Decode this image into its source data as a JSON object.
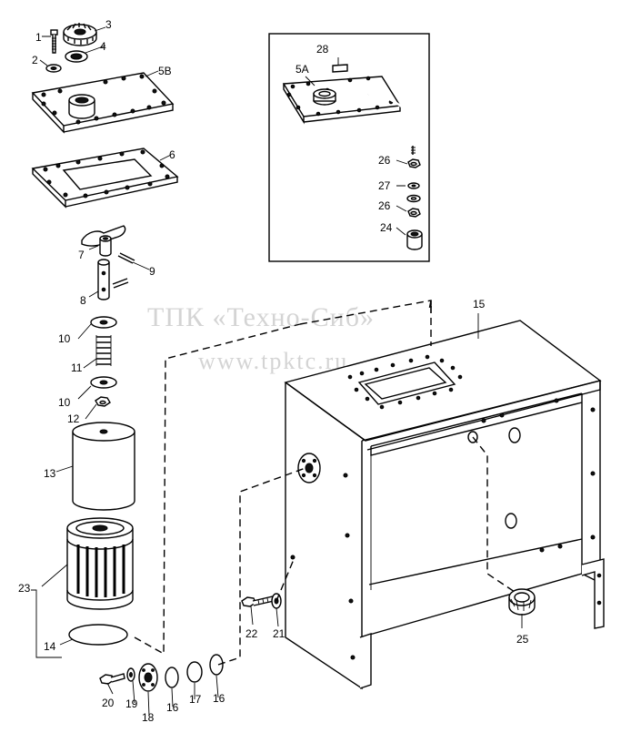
{
  "watermark": {
    "line1": "ТПК «Техно-Сиб»",
    "line2": "www.tpktc.ru"
  },
  "callouts": {
    "c1": "1",
    "c2": "2",
    "c3": "3",
    "c4": "4",
    "c5b": "5B",
    "c5a": "5A",
    "c6": "6",
    "c7": "7",
    "c8": "8",
    "c9": "9",
    "c10a": "10",
    "c10b": "10",
    "c11": "11",
    "c12": "12",
    "c13": "13",
    "c14": "14",
    "c15": "15",
    "c16a": "16",
    "c16b": "16",
    "c17": "17",
    "c18": "18",
    "c19": "19",
    "c20": "20",
    "c21": "21",
    "c22": "22",
    "c23": "23",
    "c24": "24",
    "c25": "25",
    "c26a": "26",
    "c26b": "26",
    "c27": "27",
    "c28": "28"
  }
}
